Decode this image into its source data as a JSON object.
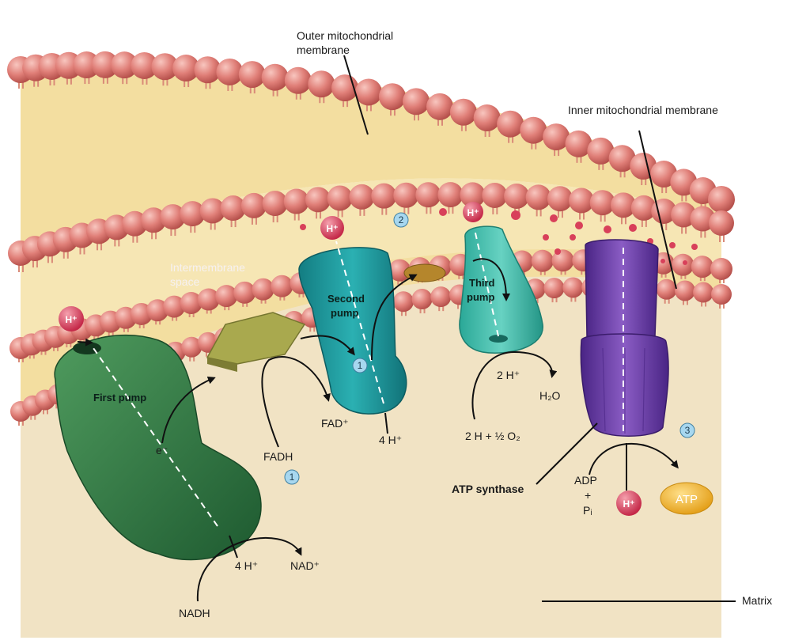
{
  "labels": {
    "outer_membrane": [
      "Outer mitochondrial",
      "membrane"
    ],
    "inner_membrane": "Inner mitochondrial membrane",
    "intermembrane_space": [
      "Intermembrane",
      "space"
    ],
    "matrix": "Matrix",
    "first_pump": "First pump",
    "second_pump": [
      "Second",
      "pump"
    ],
    "third_pump": [
      "Third",
      "pump"
    ],
    "atp_synthase": "ATP synthase",
    "electron": "e⁻",
    "fadh": "FADH",
    "fad_plus": "FAD⁺",
    "nadh": "NADH",
    "nad_plus": "NAD⁺",
    "four_h_first": "4 H⁺",
    "four_h_second": "4 H⁺",
    "two_h_third": "2 H⁺",
    "water": "H₂O",
    "oxygen_reactants": "2 H + ½ O₂",
    "adp": "ADP",
    "plus": "+",
    "pi": "Pᵢ",
    "h_ion": "H⁺",
    "atp": "ATP"
  },
  "steps": [
    "1",
    "1",
    "2",
    "3"
  ],
  "colors": {
    "phospholipid_head": "#e07f78",
    "membrane_core": "#f3dea0",
    "matrix": "#f1e3c4",
    "first_pump": "#2f7a43",
    "second_pump": "#1f9a9c",
    "third_pump": "#3dbfad",
    "atp_synthase": "#6a3fa3",
    "fad_carrier": "#a9a94e",
    "ion": "#d8405a",
    "atp_badge": "#f2b52a",
    "step_badge": "#a7d7ef"
  }
}
